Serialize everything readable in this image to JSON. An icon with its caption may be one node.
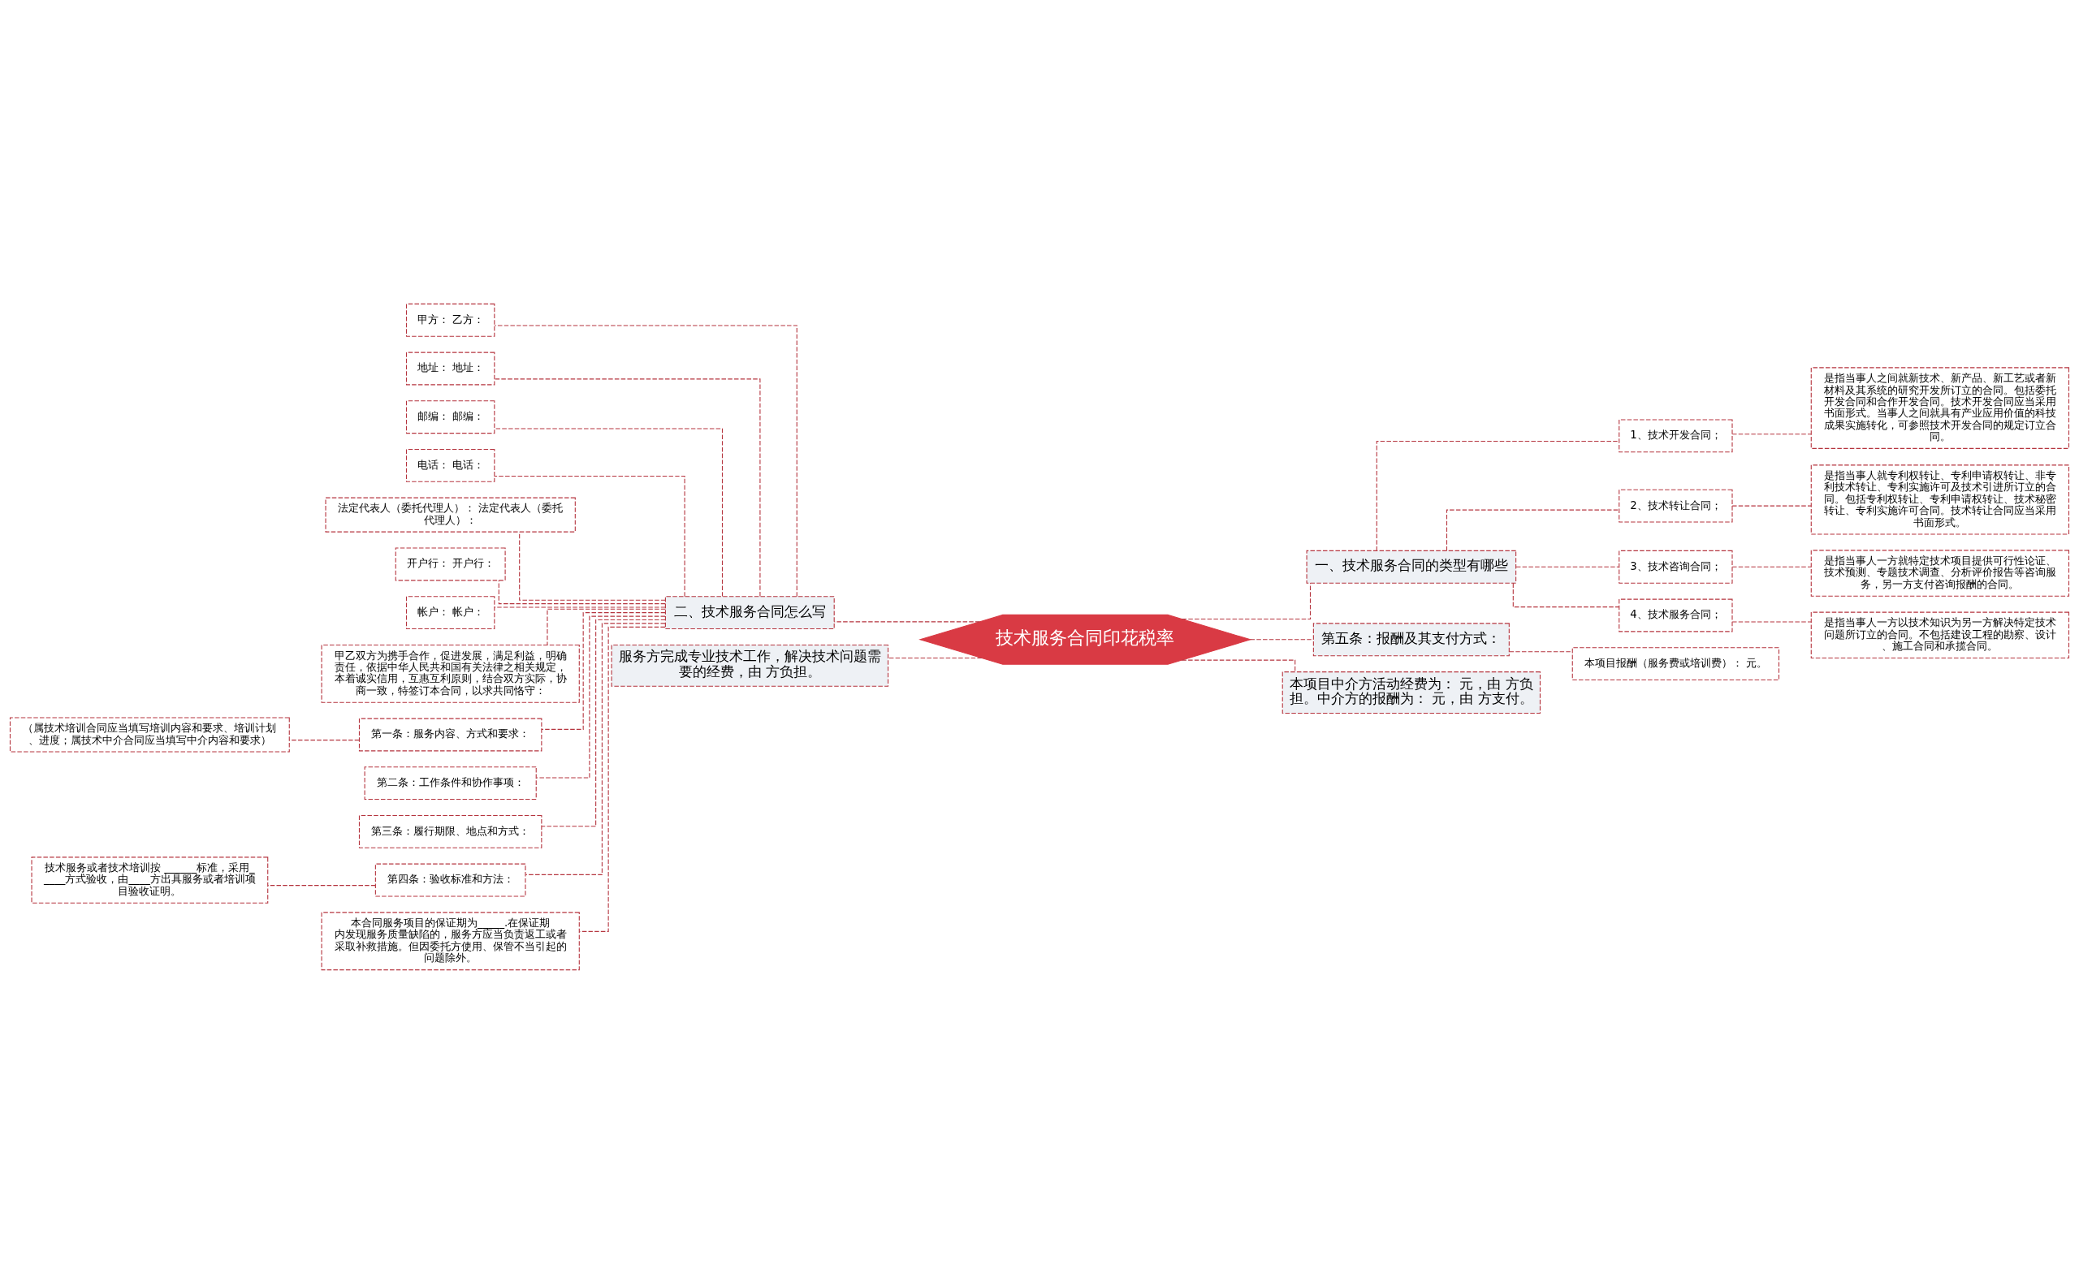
{
  "diagram": {
    "nodes": [
      {
        "text": [
          "技术服务合同印花税率"
        ]
      },
      {
        "text": [
          "二、技术服务合同怎么写"
        ]
      },
      {
        "text": [
          "甲方： 乙方："
        ]
      },
      {
        "text": [
          "地址： 地址："
        ]
      },
      {
        "text": [
          "邮编： 邮编："
        ]
      },
      {
        "text": [
          "电话： 电话："
        ]
      },
      {
        "text": [
          "法定代表人（委托代理人）： 法定代表人（委托代理人）："
        ]
      },
      {
        "text": [
          "开户行： 开户行："
        ]
      },
      {
        "text": [
          "帐户： 帐户："
        ]
      },
      {
        "text": [
          "甲乙双方为携手合作，促进发展，满足利益，明确责任，依据中华人民共和国有关法律之相关规定，本着诚实信用，互惠互利原则，结合双方实际，协商一致，特签订本合同，以求共同恪守："
        ]
      },
      {
        "text": [
          "第一条：服务内容、方式和要求："
        ]
      },
      {
        "text": [
          "（属技术培训合同应当填写培训内容和要求、培训计划、进度；属技术中介合同应当填写中介内容和要求）"
        ]
      },
      {
        "text": [
          "第二条：工作条件和协作事项："
        ]
      },
      {
        "text": [
          "第三条：履行期限、地点和方式："
        ]
      },
      {
        "text": [
          "第四条：验收标准和方法："
        ]
      },
      {
        "text": [
          "技术服务或者技术培训按 ______标准，采用_____方式验收，由____方出具服务或者培训项目验收证明。"
        ]
      },
      {
        "text": [
          "本合同服务项目的保证期为_____.在保证期内发现服务质量缺陷的，服务方应当负责返工或者采取补救措施。但因委托方使用、保管不当引起的问题除外。"
        ]
      },
      {
        "text": [
          "服务方完成专业技术工作，解决技术问题需要的经费，由 方负担。"
        ]
      },
      {
        "text": [
          "一、技术服务合同的类型有哪些"
        ]
      },
      {
        "text": [
          "1、技术开发合同；"
        ]
      },
      {
        "text": [
          "是指当事人之间就新技术、新产品、新工艺或者新材料及其系统的研究开发所订立的合同。包括委托开发合同和合作开发合同。技术开发合同应当采用书面形式。当事人之间就具有产业应用价值的科技成果实施转化，可参照技术开发合同的规定订立合同。"
        ]
      },
      {
        "text": [
          "2、技术转让合同；"
        ]
      },
      {
        "text": [
          "是指当事人就专利权转让、专利申请权转让、非专利技术转让、专利实施许可及技术引进所订立的合同。包括专利权转让、专利申请权转让、技术秘密转让、专利实施许可合同。技术转让合同应当采用书面形式。"
        ]
      },
      {
        "text": [
          "3、技术咨询合同；"
        ]
      },
      {
        "text": [
          "是指当事人一方就特定技术项目提供可行性论证、技术预测、专题技术调查、分析评价报告等咨询服务，另一方支付咨询报酬的合同。"
        ]
      },
      {
        "text": [
          "4、技术服务合同；"
        ]
      },
      {
        "text": [
          "是指当事人一方以技术知识为另一方解决特定技术问题所订立的合同。不包括建设工程的勘察、设计、施工合同和承揽合同。"
        ]
      },
      {
        "text": [
          "第五条：报酬及其支付方式："
        ]
      },
      {
        "text": [
          "本项目报酬（服务费或培训费）： 元。"
        ]
      },
      {
        "text": [
          "本项目中介方活动经费为： 元，由 方负担。中介方的报酬为： 元，由 方支付。"
        ]
      }
    ],
    "edges": [
      {
        "from": 0,
        "to": 1,
        "arrow": "none",
        "style": "dashed"
      },
      {
        "from": 1,
        "to": 2,
        "arrow": "none",
        "style": "dashed"
      },
      {
        "from": 1,
        "to": 3,
        "arrow": "none",
        "style": "dashed"
      },
      {
        "from": 1,
        "to": 4,
        "arrow": "none",
        "style": "dashed"
      },
      {
        "from": 1,
        "to": 5,
        "arrow": "none",
        "style": "dashed"
      },
      {
        "from": 1,
        "to": 6,
        "arrow": "none",
        "style": "dashed"
      },
      {
        "from": 1,
        "to": 7,
        "arrow": "none",
        "style": "dashed"
      },
      {
        "from": 1,
        "to": 8,
        "arrow": "none",
        "style": "dashed"
      },
      {
        "from": 1,
        "to": 9,
        "arrow": "none",
        "style": "dashed"
      },
      {
        "from": 1,
        "to": 10,
        "arrow": "none",
        "style": "dashed"
      },
      {
        "from": 10,
        "to": 11,
        "arrow": "none",
        "style": "dashed"
      },
      {
        "from": 1,
        "to": 12,
        "arrow": "none",
        "style": "dashed"
      },
      {
        "from": 1,
        "to": 13,
        "arrow": "none",
        "style": "dashed"
      },
      {
        "from": 1,
        "to": 14,
        "arrow": "none",
        "style": "dashed"
      },
      {
        "from": 14,
        "to": 15,
        "arrow": "none",
        "style": "dashed"
      },
      {
        "from": 1,
        "to": 16,
        "arrow": "none",
        "style": "dashed"
      },
      {
        "from": 0,
        "to": 17,
        "arrow": "none",
        "style": "dashed"
      },
      {
        "from": 0,
        "to": 18,
        "arrow": "none",
        "style": "dashed"
      },
      {
        "from": 18,
        "to": 19,
        "arrow": "none",
        "style": "dashed"
      },
      {
        "from": 19,
        "to": 20,
        "arrow": "none",
        "style": "dashed"
      },
      {
        "from": 18,
        "to": 21,
        "arrow": "none",
        "style": "dashed"
      },
      {
        "from": 21,
        "to": 22,
        "arrow": "none",
        "style": "dashed"
      },
      {
        "from": 18,
        "to": 23,
        "arrow": "none",
        "style": "dashed"
      },
      {
        "from": 23,
        "to": 24,
        "arrow": "none",
        "style": "dashed"
      },
      {
        "from": 18,
        "to": 25,
        "arrow": "none",
        "style": "dashed"
      },
      {
        "from": 25,
        "to": 26,
        "arrow": "none",
        "style": "dashed"
      },
      {
        "from": 0,
        "to": 27,
        "arrow": "none",
        "style": "dashed"
      },
      {
        "from": 27,
        "to": 28,
        "arrow": "none",
        "style": "dashed"
      },
      {
        "from": 0,
        "to": 29,
        "arrow": "none",
        "style": "dashed"
      }
    ]
  }
}
